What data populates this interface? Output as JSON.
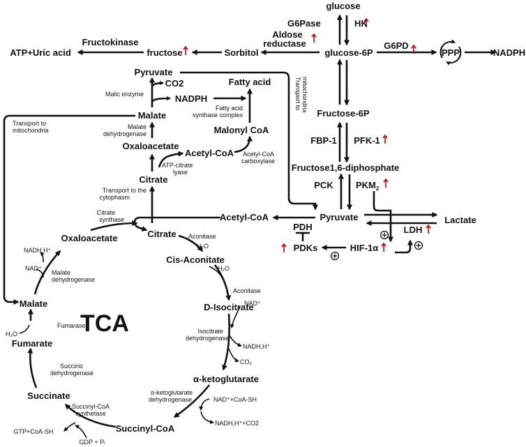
{
  "nodes": {
    "glucose": "glucose",
    "glucose_6p": "glucose-6P",
    "sorbitol": "Sorbitol",
    "fructose": "fructose",
    "atp_uric": "ATP+Uric acid",
    "ppp": "PPP",
    "nadph_right": "NADPH",
    "fructose_6p": "Fructose-6P",
    "fructose_16": "Fructose1,6-diphosphate",
    "pyruvate_mid": "Pyruvate",
    "lactate": "Lactate",
    "acetyl_coa_mid": "Acetyl-CoA",
    "pyruvate_top": "Pyruvate",
    "co2_top": "CO2",
    "nadph_left": "NADPH",
    "fatty_acid": "Fatty acid",
    "malate_top": "Malate",
    "malonyl_coa": "Malonyl CoA",
    "oxaloacetate_top": "Oxaloacetate",
    "acetyl_coa_top": "Acetyl-CoA",
    "citrate_top": "Citrate",
    "citrate_tca": "Citrate",
    "oxaloacetate_tca": "Oxaloacetate",
    "cis_aconitate": "Cis-Aconitate",
    "d_isocitrate": "D-Isocitrate",
    "akg": "α-ketoglutarate",
    "succinyl_coa": "Succinyl-CoA",
    "succinate": "Succinate",
    "fumarate": "Fumarate",
    "malate_tca": "Malate",
    "pdh": "PDH",
    "pdks": "PDKs",
    "hif": "HIF-1α",
    "ldh": "LDH",
    "tca": "TCA"
  },
  "enzymes": {
    "hk": "HK",
    "g6pase": "G6Pase",
    "aldose_1": "Aldose",
    "aldose_2": "reductase",
    "fructokinase": "Fructokinase",
    "g6pd": "G6PD",
    "fbp1": "FBP-1",
    "pfk1": "PFK-1",
    "pck": "PCK",
    "pkm": "PKM",
    "pkm_sub": "2"
  },
  "labels": {
    "mito_1": "Transport to",
    "mito_2": "mitochondria",
    "transport_left_1": "Transport to",
    "transport_left_2": "mitochondria",
    "malic_enzyme": "Malic enzyme",
    "malate_dh_top_1": "Malate",
    "malate_dh_top_2": "dehydrogenase",
    "fas_1": "Fatty acid",
    "fas_2": "synthase complex",
    "atp_citrate_1": "ATP-citrate",
    "atp_citrate_2": "lyase",
    "acc_1": "Acetyl-CoA",
    "acc_2": "carboxylase",
    "cytoplasm_1": "Transport to the",
    "cytoplasm_2": "cytophasm",
    "citrate_synthase_1": "Citrate",
    "citrate_synthase_2": "synthase",
    "aconitase_1": "Aconitase",
    "h2o_1": "H₂O",
    "h2o_2": "H₂O",
    "aconitase_2": "Aconitase",
    "nad_1": "NAD⁺",
    "isocitrate_dh_1": "Isocitrate",
    "isocitrate_dh_2": "dehydrogenase",
    "nadh_1": "NADH,H⁺",
    "co2_tca": "CO₂",
    "akg_dh_1": "α-ketoglutarate",
    "akg_dh_2": "dehydrogenase",
    "nad_coa": "NAD⁺+CoA-SH",
    "nadh_co2": "NADH,H⁺+CO2",
    "scs_1": "Succinyl-CoA",
    "scs_2": "synthetase",
    "gtp": "GTP+CoA-SH",
    "gdp": "GDP + Pᵢ",
    "sdh_1": "Succinic",
    "sdh_2": "dehydrogenase",
    "fumarase": "Fumarase",
    "h2o_3": "H₂O",
    "malate_dh_tca_1": "Malate",
    "malate_dh_tca_2": "dehydrogenase",
    "nad_2": "NAD⁺",
    "nadh_2": "NADH,H⁺"
  },
  "colors": {
    "line": "#111111",
    "upregulated_arrow": "#d40000"
  },
  "icons": {
    "up_arrow": "red-up-arrow-icon",
    "activation": "circled-plus-icon",
    "inhibition": "t-bar-inhibition-icon",
    "cycle": "circular-arrows-icon"
  }
}
